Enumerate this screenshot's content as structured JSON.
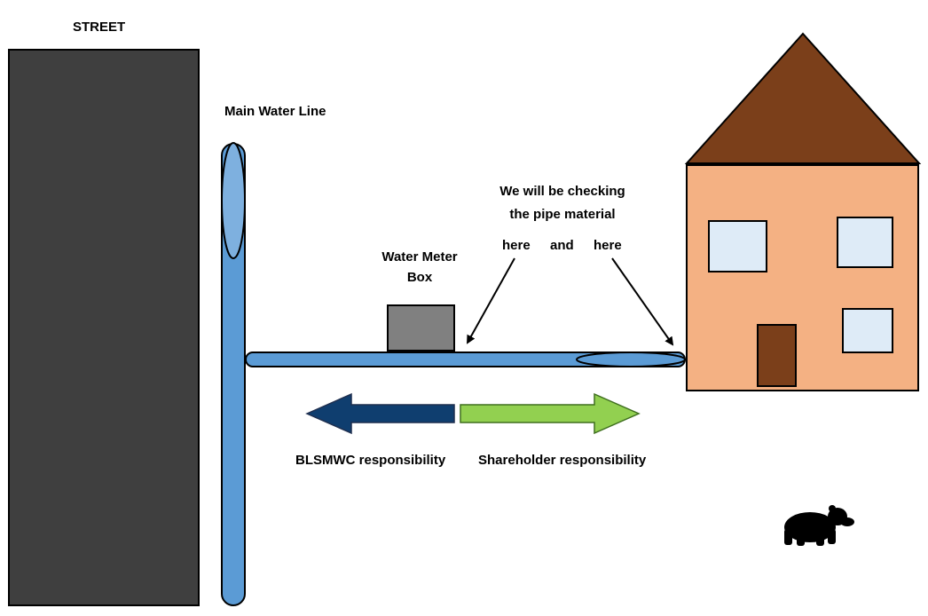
{
  "labels": {
    "street": "STREET",
    "main_water_line": "Main Water Line",
    "water_meter_box_line1": "Water Meter",
    "water_meter_box_line2": "Box",
    "checking_line1": "We will be checking",
    "checking_line2": "the pipe material",
    "here_left": "here",
    "and": "and",
    "here_right": "here",
    "blsmwc_responsibility": "BLSMWC responsibility",
    "shareholder_responsibility": "Shareholder responsibility"
  },
  "colors": {
    "street": "#3f3f3f",
    "pipe": "#5b9bd5",
    "pipe_light": "#7eb0df",
    "meter_box": "#808080",
    "roof": "#7b3f1a",
    "house_wall": "#f4b183",
    "window": "#deebf7",
    "door": "#7b3f1a",
    "arrow_blsmwc": "#0f3e6f",
    "arrow_shareholder": "#92d050",
    "bear": "#000000"
  },
  "icons": {
    "bear": "bear-icon"
  }
}
